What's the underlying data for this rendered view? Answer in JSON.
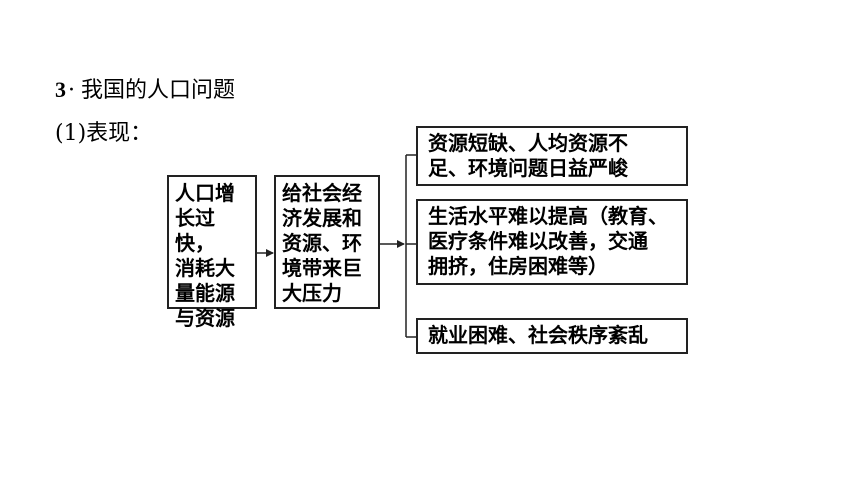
{
  "heading": {
    "number": "3",
    "dot": "·",
    "title": "我国的人口问题"
  },
  "subheading": "(1)表现：",
  "boxes": {
    "cause": "人口增\n长过快，\n消耗大\n量能源\n与资源",
    "pressure": "给社会经\n济发展和\n资源、环\n境带来巨\n大压力",
    "result_1": "资源短缺、人均资源不\n足、环境问题日益严峻",
    "result_2": "生活水平难以提高（教育、\n医疗条件难以改善，交通\n拥挤，住房困难等）",
    "result_3": "就业困难、社会秩序紊乱"
  }
}
